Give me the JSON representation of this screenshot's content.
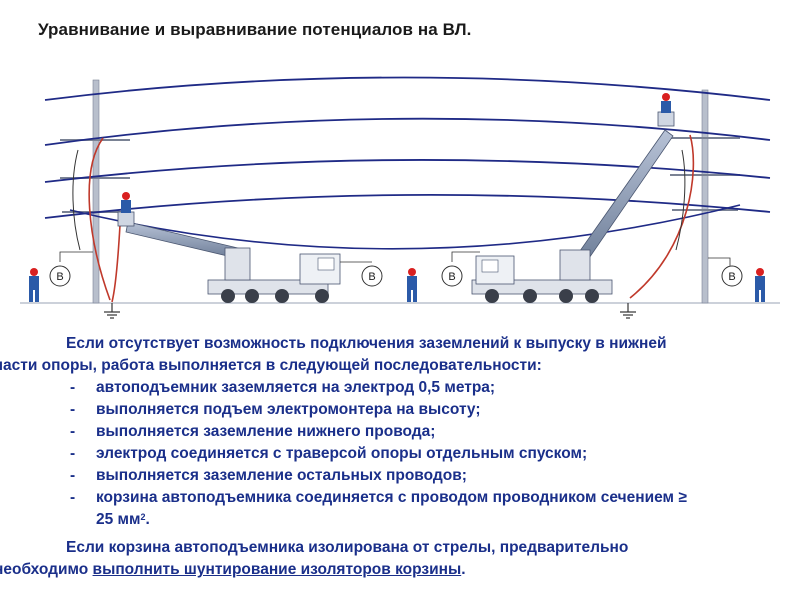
{
  "title": "Уравнивание и выравнивание потенциалов на ВЛ.",
  "scene": {
    "meter_label": "В",
    "colors": {
      "wire": "#1f2a86",
      "boom": "#7f8ea8",
      "truck": "#dfe3ea",
      "worker": "#2b5aa8",
      "helmet": "#d92020",
      "ground_lead": "#c0392b"
    }
  },
  "text": {
    "intro_line1": "Если отсутствует возможность подключения заземлений к выпуску в нижней",
    "intro_line2": "части опоры, работа выполняется в следующей последовательности:",
    "dash": "-",
    "steps": [
      "автоподъемник заземляется на электрод 0,5 метра;",
      "выполняется подъем электромонтера на высоту;",
      "выполняется заземление нижнего провода;",
      "электрод соединяется с траверсой опоры отдельным спуском;",
      "выполняется заземление остальных проводов;",
      "корзина автоподъемника соединяется с проводом проводником сечением  ≥"
    ],
    "last_step_cont_value": "25 мм",
    "last_step_cont_sup": "2",
    "last_step_cont_end": ".",
    "note_part1": "Если корзина автоподъемника изолирована от стрелы, предварительно",
    "note_part2_plain": "необходимо ",
    "note_part2_link": "выполнить шунтирование изоляторов корзины",
    "note_part2_end": "."
  }
}
